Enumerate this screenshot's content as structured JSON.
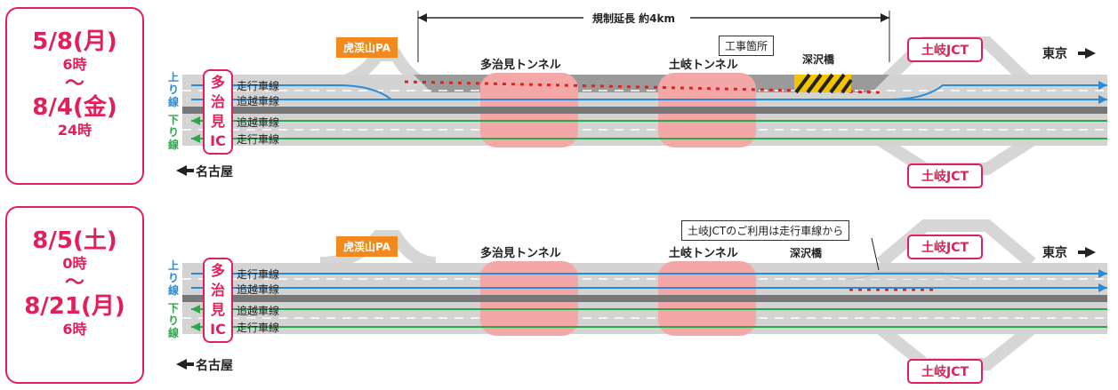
{
  "colors": {
    "accent": "#e0205a",
    "up": "#2a8ad6",
    "down": "#2aa84a",
    "pa": "#f08a1c",
    "tunnel": "#f3a7a7"
  },
  "panels": [
    {
      "date_from": "5/8(月)",
      "time_from": "6時",
      "sep": "〜",
      "date_to": "8/4(金)",
      "time_to": "24時",
      "pa": "虎渓山PA",
      "span_label": "規制延長 約4km",
      "tunnel1": "多治見トンネル",
      "tunnel2": "土岐トンネル",
      "bridge": "深沢橋",
      "construction": "工事箇所",
      "jct_top": "土岐JCT",
      "jct_bottom": "土岐JCT",
      "tokyo": "東京",
      "nagoya": "名古屋",
      "ic": [
        "多",
        "治",
        "見",
        "IC"
      ],
      "up": "上り線",
      "down": "下り線",
      "lanes": [
        "走行車線",
        "追越車線",
        "追越車線",
        "走行車線"
      ]
    },
    {
      "date_from": "8/5(土)",
      "time_from": "0時",
      "sep": "〜",
      "date_to": "8/21(月)",
      "time_to": "6時",
      "pa": "虎渓山PA",
      "callout": "土岐JCTのご利用は走行車線から",
      "tunnel1": "多治見トンネル",
      "tunnel2": "土岐トンネル",
      "bridge": "深沢橋",
      "jct_top": "土岐JCT",
      "jct_bottom": "土岐JCT",
      "tokyo": "東京",
      "nagoya": "名古屋",
      "ic": [
        "多",
        "治",
        "見",
        "IC"
      ],
      "up": "上り線",
      "down": "下り線",
      "lanes": [
        "走行車線",
        "追越車線",
        "追越車線",
        "走行車線"
      ]
    }
  ]
}
